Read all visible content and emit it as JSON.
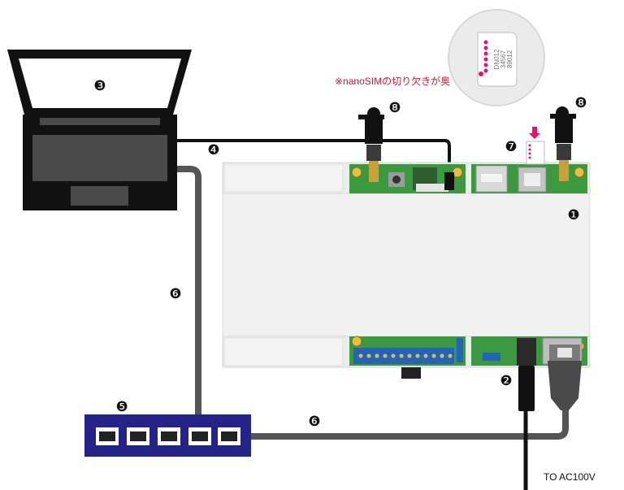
{
  "markers": {
    "device_unit": "❶",
    "power_cable": "❷",
    "laptop": "❸",
    "serial_cable": "❹",
    "lan_hub": "❺",
    "lan_cable_left": "❻",
    "lan_cable_bottom": "❻",
    "nano_sim": "❼",
    "antenna_left": "❽",
    "antenna_right": "❽"
  },
  "sim_note": "※nanoSIMの切り欠きが奥",
  "sim_card_text": [
    "DN012",
    "34567",
    "89012"
  ],
  "power_label": "TO AC100V",
  "colors": {
    "note_red": "#e0102a",
    "cable_gray": "#555555",
    "hub_blue": "#242488",
    "pcb_green": "#3b9a3f",
    "terminal_blue": "#2464b8",
    "sim_pink": "#e8106a"
  }
}
